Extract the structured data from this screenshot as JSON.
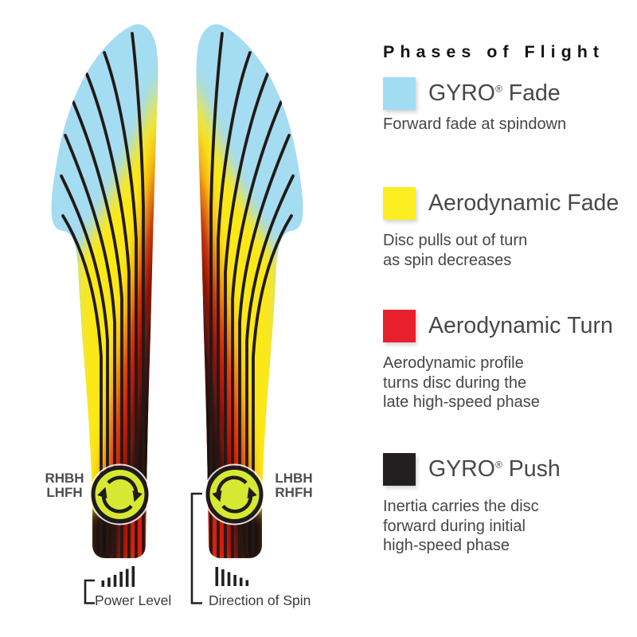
{
  "diagram": {
    "left_path": {
      "lines": [
        "RHBH",
        "LHFH"
      ]
    },
    "right_path": {
      "lines": [
        "LHBH",
        "RHFH"
      ]
    },
    "power_level_label": "Power Level",
    "direction_of_spin_label": "Direction of Spin"
  },
  "legend": {
    "title": "Phases of Flight",
    "items": [
      {
        "title_main": "GYRO",
        "title_sup": "®",
        "title_rest": "Fade",
        "swatch_color": "#a0dcf4",
        "desc_lines": [
          "Forward fade at spindown"
        ]
      },
      {
        "title_main": "Aerodynamic",
        "title_sup": "",
        "title_rest": "Fade",
        "swatch_color": "#fcee21",
        "desc_lines": [
          "Disc pulls out of turn",
          "as spin decreases"
        ]
      },
      {
        "title_main": "Aerodynamic",
        "title_sup": "",
        "title_rest": "Turn",
        "swatch_color": "#e8202b",
        "desc_lines": [
          "Aerodynamic profile",
          "turns disc during the",
          "late high-speed phase"
        ]
      },
      {
        "title_main": "GYRO",
        "title_sup": "®",
        "title_rest": "Push",
        "swatch_color": "#231f20",
        "desc_lines": [
          "Inertia carries the disc",
          "forward during initial",
          "high-speed phase"
        ]
      }
    ]
  },
  "colors": {
    "gyro_fade_blue": "#a0dcf4",
    "aerodynamic_fade_yellow": "#fcee21",
    "aerodynamic_turn_red": "#e8202b",
    "gyro_push_black": "#231f20",
    "flight_path_blue": "#a4dcf2",
    "flight_path_yellow": "#fce813",
    "flight_path_red": "#df1a10",
    "flight_path_dark": "#1d0d08",
    "spin_icon_fill": "#d7e832"
  }
}
